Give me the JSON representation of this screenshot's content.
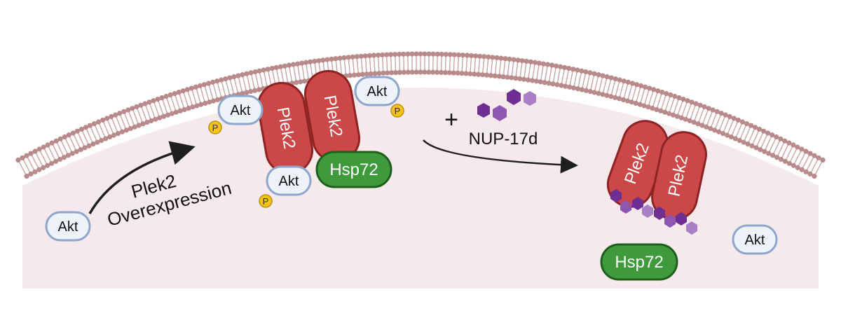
{
  "labels": {
    "akt": "Akt",
    "plek2": "Plek2",
    "hsp72": "Hsp72",
    "phospho": "P",
    "plus": "+",
    "drug": "NUP-17d",
    "arrow_label_line1": "Plek2",
    "arrow_label_line2": "Overexpression"
  },
  "colors": {
    "membrane_head": "#b88a8a",
    "membrane_tail": "#c9a3a3",
    "cytoplasm": "#f6e9ec",
    "akt_fill": "#eef3fa",
    "akt_stroke": "#8fa6cc",
    "plek2_fill": "#cc4747",
    "plek2_stroke": "#8e2323",
    "hsp72_fill": "#3e9a3b",
    "hsp72_stroke": "#1f5f1d",
    "phospho_fill": "#f3c316",
    "phospho_stroke": "#b8920f",
    "drug_dark": "#6f2e92",
    "drug_mid": "#8e55b1",
    "drug_light": "#a97fc6",
    "arrow": "#1f1f1f"
  }
}
